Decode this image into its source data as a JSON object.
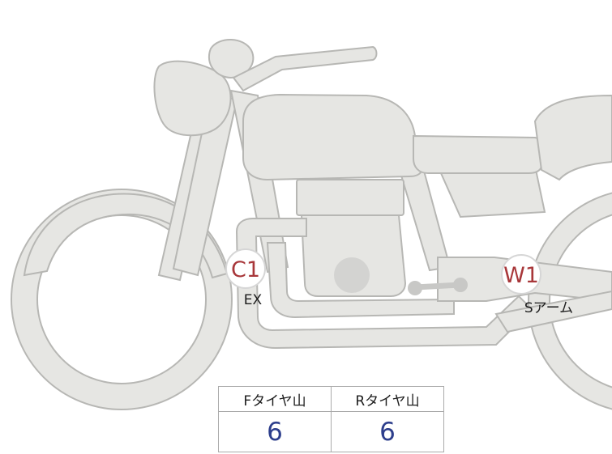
{
  "markers": [
    {
      "code": "C1",
      "label": "EX"
    },
    {
      "code": "W1",
      "label": "Sアーム"
    }
  ],
  "tire_table": {
    "headers": [
      "Fタイヤ山",
      "Rタイヤ山"
    ],
    "values": [
      "6",
      "6"
    ]
  },
  "colors": {
    "marker_code": "#a8373a",
    "table_value": "#2d3e8c",
    "body_fill": "#e6e6e3",
    "body_outline": "#b7b7b4"
  }
}
